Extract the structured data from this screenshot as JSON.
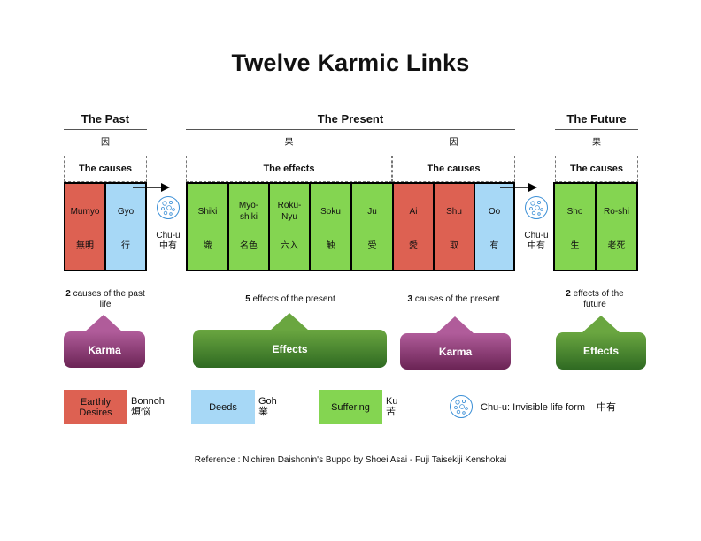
{
  "title": "Twelve Karmic Links",
  "periods": {
    "past": {
      "label": "The Past",
      "kanji": "因"
    },
    "present": {
      "label": "The Present",
      "kanji_effects": "果",
      "kanji_causes": "因"
    },
    "future": {
      "label": "The Future",
      "kanji": "果"
    }
  },
  "groups": {
    "past_causes": "The causes",
    "present_effects": "The effects",
    "present_causes": "The causes",
    "future_causes": "The causes"
  },
  "links": [
    {
      "name": "Mumyo",
      "kanji": "無明",
      "color": "#dd6152"
    },
    {
      "name": "Gyo",
      "kanji": "行",
      "color": "#a7d8f6"
    },
    {
      "name": "Shiki",
      "kanji": "識",
      "color": "#84d551"
    },
    {
      "name": "Myo-shiki",
      "kanji": "名色",
      "color": "#84d551"
    },
    {
      "name": "Roku-Nyu",
      "kanji": "六入",
      "color": "#84d551"
    },
    {
      "name": "Soku",
      "kanji": "触",
      "color": "#84d551"
    },
    {
      "name": "Ju",
      "kanji": "受",
      "color": "#84d551"
    },
    {
      "name": "Ai",
      "kanji": "愛",
      "color": "#dd6152"
    },
    {
      "name": "Shu",
      "kanji": "取",
      "color": "#dd6152"
    },
    {
      "name": "Oo",
      "kanji": "有",
      "color": "#a7d8f6"
    },
    {
      "name": "Sho",
      "kanji": "生",
      "color": "#84d551"
    },
    {
      "name": "Ro-shi",
      "kanji": "老死",
      "color": "#84d551"
    }
  ],
  "chu_u": {
    "name": "Chu-u",
    "kanji": "中有"
  },
  "captions": {
    "past": {
      "num": "2",
      "text": " causes of the past life"
    },
    "present_effects": {
      "num": "5",
      "text": " effects of the present"
    },
    "present_causes": {
      "num": "3",
      "text": " causes of the present"
    },
    "future": {
      "num": "2",
      "text": " effects of the future"
    }
  },
  "blocks": {
    "past": "Karma",
    "present_effects": "Effects",
    "present_causes": "Karma",
    "future": "Effects"
  },
  "legend": [
    {
      "label": "Earthly Desires",
      "term": "Bonnoh",
      "kanji": "煩悩",
      "color": "#dd6152"
    },
    {
      "label": "Deeds",
      "term": "Goh",
      "kanji": "業",
      "color": "#a7d8f6"
    },
    {
      "label": "Suffering",
      "term": "Ku",
      "kanji": "苦",
      "color": "#84d551"
    }
  ],
  "legend_chu_u": {
    "text": "Chu-u: Invisible life form",
    "kanji": "中有"
  },
  "reference": "Reference : Nichiren Daishonin's Buppo by Shoei Asai - Fuji Taisekiji Kenshokai"
}
